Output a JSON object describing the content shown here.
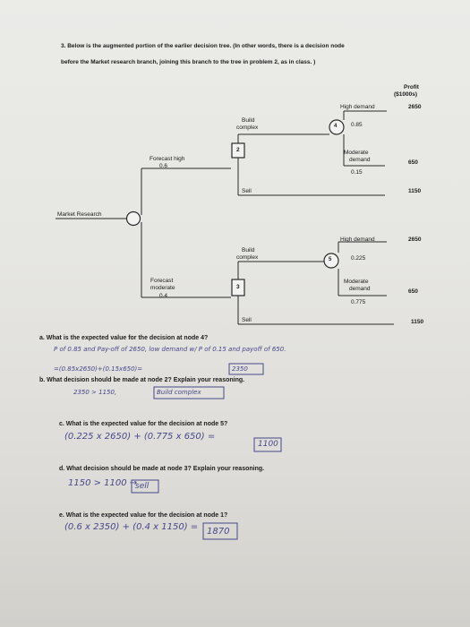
{
  "problem": {
    "heading_line1": "3. Below is the augmented portion of the earlier decision tree. (In other words, there is a decision node",
    "heading_line2": "before the Market research branch, joining this branch to the tree in problem 2, as in class. )"
  },
  "tree": {
    "profit_header": "Profit",
    "profit_units": "($1000s)",
    "root_label": "Market Research",
    "nodes": {
      "n2": "2",
      "n3": "3",
      "n4": "4",
      "n5": "5"
    },
    "top": {
      "forecast": "Forecast high",
      "forecast_prob": "0.6",
      "build": "Build",
      "complex": "complex",
      "high_demand": "High demand",
      "prob_high": "0.85",
      "payoff_high": "2650",
      "moderate": "Moderate",
      "demand": "demand",
      "prob_mod": "0.15",
      "payoff_mod": "650",
      "sell": "Sell",
      "payoff_sell": "1150"
    },
    "bottom": {
      "forecast": "Forecast",
      "forecast_2": "moderate",
      "forecast_prob": "0.4",
      "build": "Build",
      "complex": "complex",
      "high_demand": "High demand",
      "prob_high": "0.225",
      "payoff_high": "2650",
      "moderate": "Moderate",
      "demand": "demand",
      "prob_mod": "0.775",
      "payoff_mod": "650",
      "sell": "Sell",
      "payoff_sell": "1150"
    }
  },
  "questions": {
    "a": {
      "prompt": "a. What is the expected value for the decision at node 4?",
      "work1": "P of 0.85 and Pay-off of 2650, low demand w/ P of 0.15 and payoff of 650.",
      "work2": "=(0.85x2650)+(0.15x650)=",
      "result": "2350"
    },
    "b": {
      "prompt": "b. What decision should be made at node 2? Explain your reasoning.",
      "work": "2350 > 1150,",
      "result": "Build complex"
    },
    "c": {
      "prompt": "c. What is the expected value for the decision at node 5?",
      "work": "(0.225 x 2650) + (0.775 x 650) =",
      "result": "1100"
    },
    "d": {
      "prompt": "d. What decision should be made at node 3? Explain your reasoning.",
      "work": "1150 > 1100 →",
      "result": "sell"
    },
    "e": {
      "prompt": "e. What is the expected value for the decision at node 1?",
      "work": "(0.6 x 2350) + (0.4 x 1150) =",
      "result": "1870"
    }
  }
}
